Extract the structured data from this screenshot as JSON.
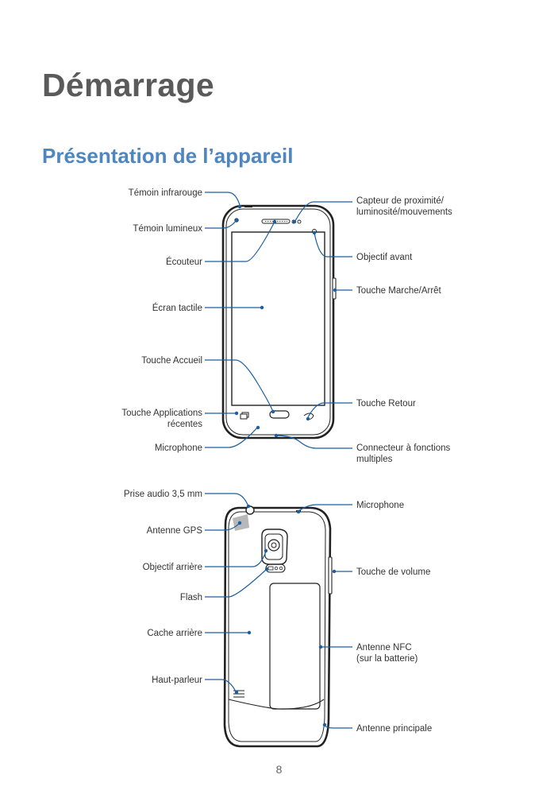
{
  "heading": "Démarrage",
  "subheading": "Présentation de l’appareil",
  "front": {
    "left_labels": {
      "temoin_infrarouge": "Témoin infrarouge",
      "temoin_lumineux": "Témoin lumineux",
      "ecouteur": "Écouteur",
      "ecran_tactile": "Écran tactile",
      "touche_accueil": "Touche Accueil",
      "touche_applications_1": "Touche Applications",
      "touche_applications_2": "récentes",
      "microphone": "Microphone"
    },
    "right_labels": {
      "capteur_1": "Capteur de proximité/",
      "capteur_2": "luminosité/mouvements",
      "objectif_avant": "Objectif avant",
      "touche_marche": "Touche Marche/Arrêt",
      "touche_retour": "Touche Retour",
      "connecteur_1": "Connecteur à fonctions",
      "connecteur_2": "multiples"
    }
  },
  "back": {
    "left_labels": {
      "prise_audio": "Prise audio 3,5 mm",
      "antenne_gps": "Antenne GPS",
      "objectif_arriere": "Objectif arrière",
      "flash": "Flash",
      "cache_arriere": "Cache arrière",
      "haut_parleur": "Haut-parleur"
    },
    "right_labels": {
      "microphone": "Microphone",
      "touche_volume": "Touche de volume",
      "antenne_nfc_1": "Antenne NFC",
      "antenne_nfc_2": "(sur la batterie)",
      "antenne_principale": "Antenne principale"
    }
  },
  "page_number": "8",
  "colors": {
    "heading": "#5a5a5a",
    "subheading": "#4f86c0",
    "callout": "#1a5fa0"
  }
}
